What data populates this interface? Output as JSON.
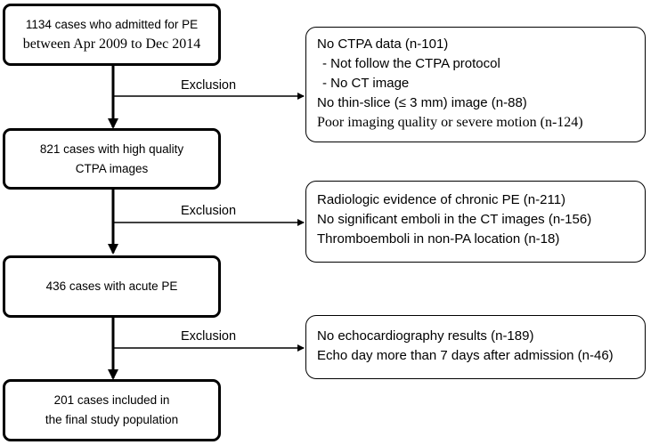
{
  "boxes": {
    "initial": {
      "line1": "1134 cases who admitted for PE",
      "line2": "between Apr 2009 to Dec 2014"
    },
    "quality": {
      "line1": "821 cases with high quality",
      "line2": "CTPA images"
    },
    "acute": {
      "line1": "436 cases with acute PE"
    },
    "final": {
      "line1": "201 cases included in",
      "line2": "the final study population"
    }
  },
  "exclusions": [
    {
      "label": "Exclusion",
      "items": [
        "No CTPA data (n-101)",
        " - Not follow the CTPA protocol",
        " - No CT image",
        "No thin-slice (≤ 3 mm) image (n-88)",
        "Poor imaging quality or severe motion (n-124)"
      ]
    },
    {
      "label": "Exclusion",
      "items": [
        "Radiologic evidence of chronic PE (n-211)",
        "No significant emboli in the CT images (n-156)",
        "Thromboemboli in non-PA location (n-18)"
      ]
    },
    {
      "label": "Exclusion",
      "items": [
        "No echocardiography results (n-189)",
        "Echo day more than 7 days after admission (n-46)"
      ]
    }
  ]
}
